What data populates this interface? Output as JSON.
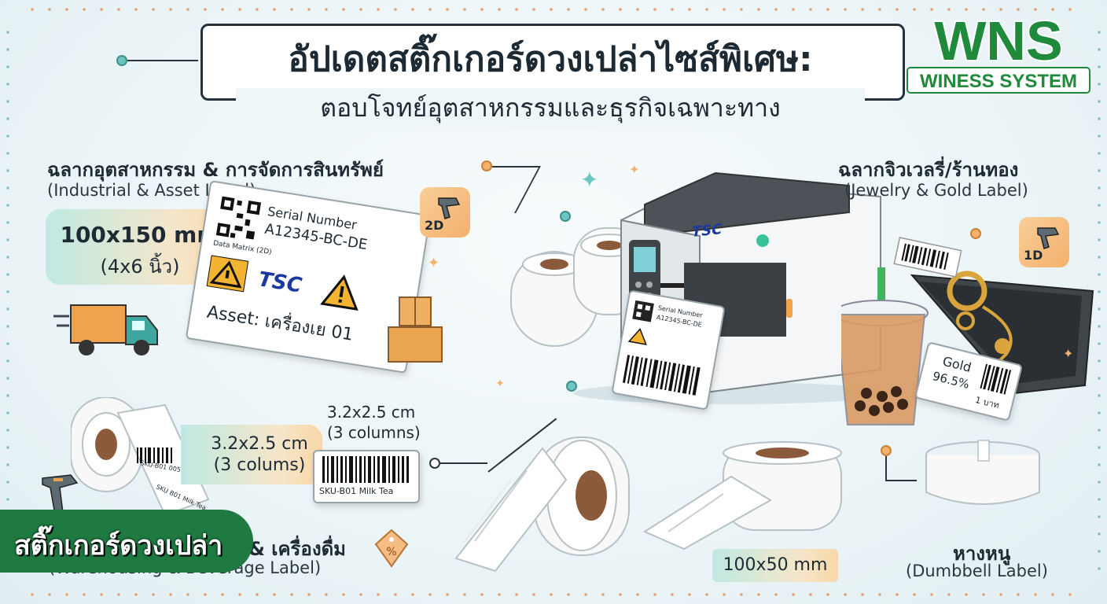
{
  "header": {
    "title_line1": "อัปเดตสติ๊กเกอร์ดวงเปล่าไซส์พิเศษ:",
    "title_line2": "ตอบโจทย์อุตสาหกรรมและธุรกิจเฉพาะทาง"
  },
  "logo": {
    "brand": "WNS",
    "tagline": "WINESS SYSTEM"
  },
  "industrial": {
    "title_th": "ฉลากอุตสาหกรรม & การจัดการสินทรัพย์",
    "title_en": "(Industrial & Asset Label)",
    "size": "100x150 mm",
    "size_alt": "(4x6 นิ้ว)",
    "card_serial_label": "Serial Number",
    "card_serial_value": "A12345-BC-DE",
    "card_matrix": "Data Matrix (2D)",
    "card_brand": "TSC",
    "card_asset": "Asset: เครื่องเย 01",
    "badge": "2D"
  },
  "jewelry": {
    "title_th": "ฉลากจิวเวลรี่/ร้านทอง",
    "title_en": "(Jewelry & Gold Label)",
    "badge": "1D",
    "tag_line1": "Gold",
    "tag_line2": "96.5%",
    "tag_line3": "1 บาท"
  },
  "printer": {
    "brand": "TSC",
    "ticket_serial": "Serial Number",
    "ticket_value": "A12345-BC-DE"
  },
  "warehouse": {
    "size": "3.2x2.5 cm",
    "size_alt": "(3 colums)",
    "callout_size": "3.2x2.5 cm",
    "callout_alt": "(3 columns)",
    "sku_label": "SKU-B01 Milk Tea",
    "roll_label_1": "SKU-B01 005 Tea",
    "roll_label_2": "SKU B01 Milk Tea",
    "title_th": "& เครื่องดื่ม",
    "title_en": "(Warehousing & Beverage Label)"
  },
  "roll_100x50": {
    "size": "100x50 mm"
  },
  "dumbbell": {
    "title_th": "หางหนู",
    "title_en": "(Dumbbell Label)"
  },
  "banner": {
    "text": "สติ๊กเกอร์ดวงเปล่า"
  }
}
